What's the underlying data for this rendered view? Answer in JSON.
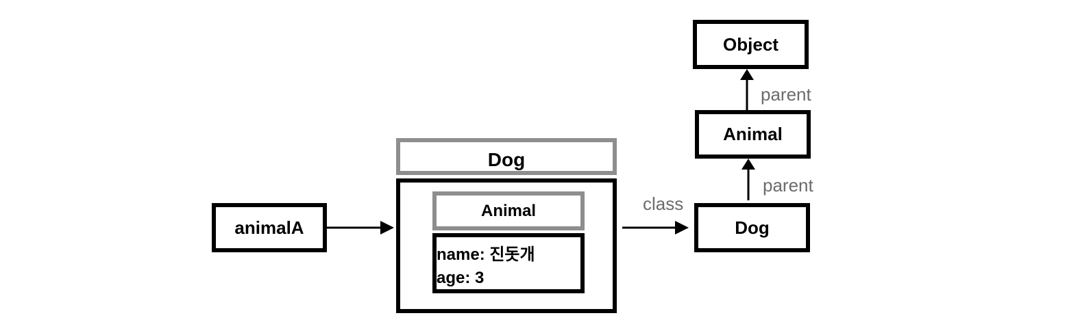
{
  "reference": {
    "label": "animalA"
  },
  "instance": {
    "class_label": "Dog",
    "inner_class_label": "Animal",
    "fields": [
      "name: 진돗개",
      "age: 3"
    ]
  },
  "class_chain": {
    "top": "Object",
    "middle": "Animal",
    "bottom": "Dog"
  },
  "edge_labels": {
    "class": "class",
    "parent_upper": "parent",
    "parent_lower": "parent"
  }
}
